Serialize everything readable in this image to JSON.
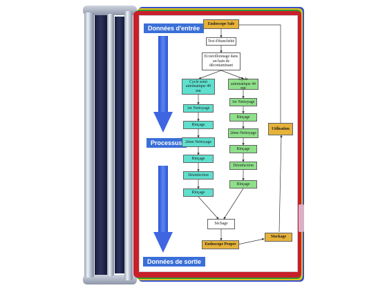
{
  "labels": {
    "input": "Données d'entrée",
    "process": "Processus",
    "output": "Données de sortie"
  },
  "boxes": {
    "dirty": "Endoscope Sale",
    "leak": "Test d'étanchéité",
    "soak": "Ecouvillonnage dans un bain de décontaminant",
    "cycle_a": "Cycle semi automatique 40 mn",
    "cycle_b": "Cycle automatique 44 mn",
    "a_clean1": "1er Nettoyage",
    "a_rinse1": "Rinçage",
    "a_clean2": "2ème Nettoyage",
    "a_rinse2": "Rinçage",
    "a_disinf": "Désinfection",
    "a_rinse3": "Rinçage",
    "b_clean1": "1er Nettoyage",
    "b_rinse1": "Rinçage",
    "b_clean2": "2ème Nettoyage",
    "b_rinse2": "Rinçage",
    "b_disinf": "Désinfection",
    "b_rinse3": "Rinçage",
    "use": "Utilisation",
    "dry": "Séchage",
    "clean": "Endoscope Propre",
    "storage": "Stockage"
  },
  "colors": {
    "frame_red": "#c8202a",
    "label_blue": "#3a6fd8",
    "arrow_blue": "#3f66e0",
    "teal_box": "#5fe0cf",
    "green_box": "#8fe08a",
    "yellow_box": "#e6b23a"
  }
}
